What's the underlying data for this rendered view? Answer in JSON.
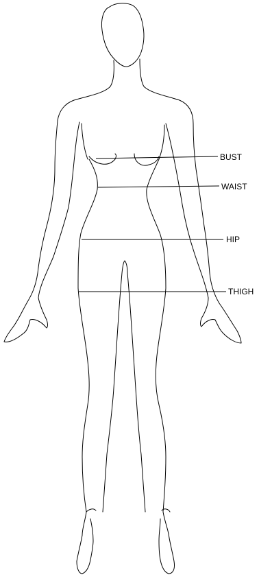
{
  "diagram": {
    "labels": {
      "bust": "BUST",
      "waist": "WAIST",
      "hip": "HIP",
      "thigh": "THIGH"
    },
    "colors": {
      "background": "#ffffff",
      "stroke": "#000000"
    }
  }
}
